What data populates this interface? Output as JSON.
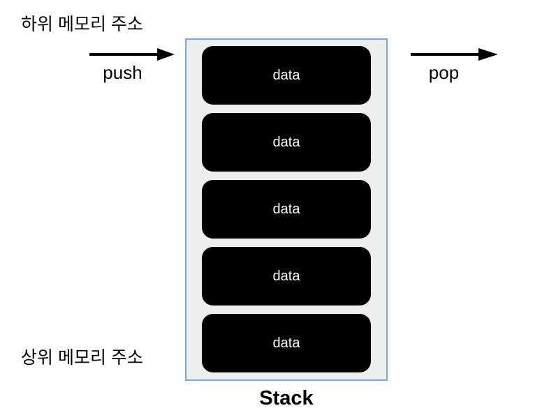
{
  "labels": {
    "low_memory": "하위 메모리 주소",
    "high_memory": "상위 메모리 주소",
    "push": "push",
    "pop": "pop",
    "stack_title": "Stack"
  },
  "stack": {
    "items": [
      "data",
      "data",
      "data",
      "data",
      "data"
    ]
  },
  "colors": {
    "page_bg": "#ffffff",
    "text": "#000000",
    "arrow": "#000000",
    "container_border": "#7aa7ec",
    "container_bg": "#eeeeee",
    "item_bg": "#000000",
    "item_text": "#ffffff"
  }
}
